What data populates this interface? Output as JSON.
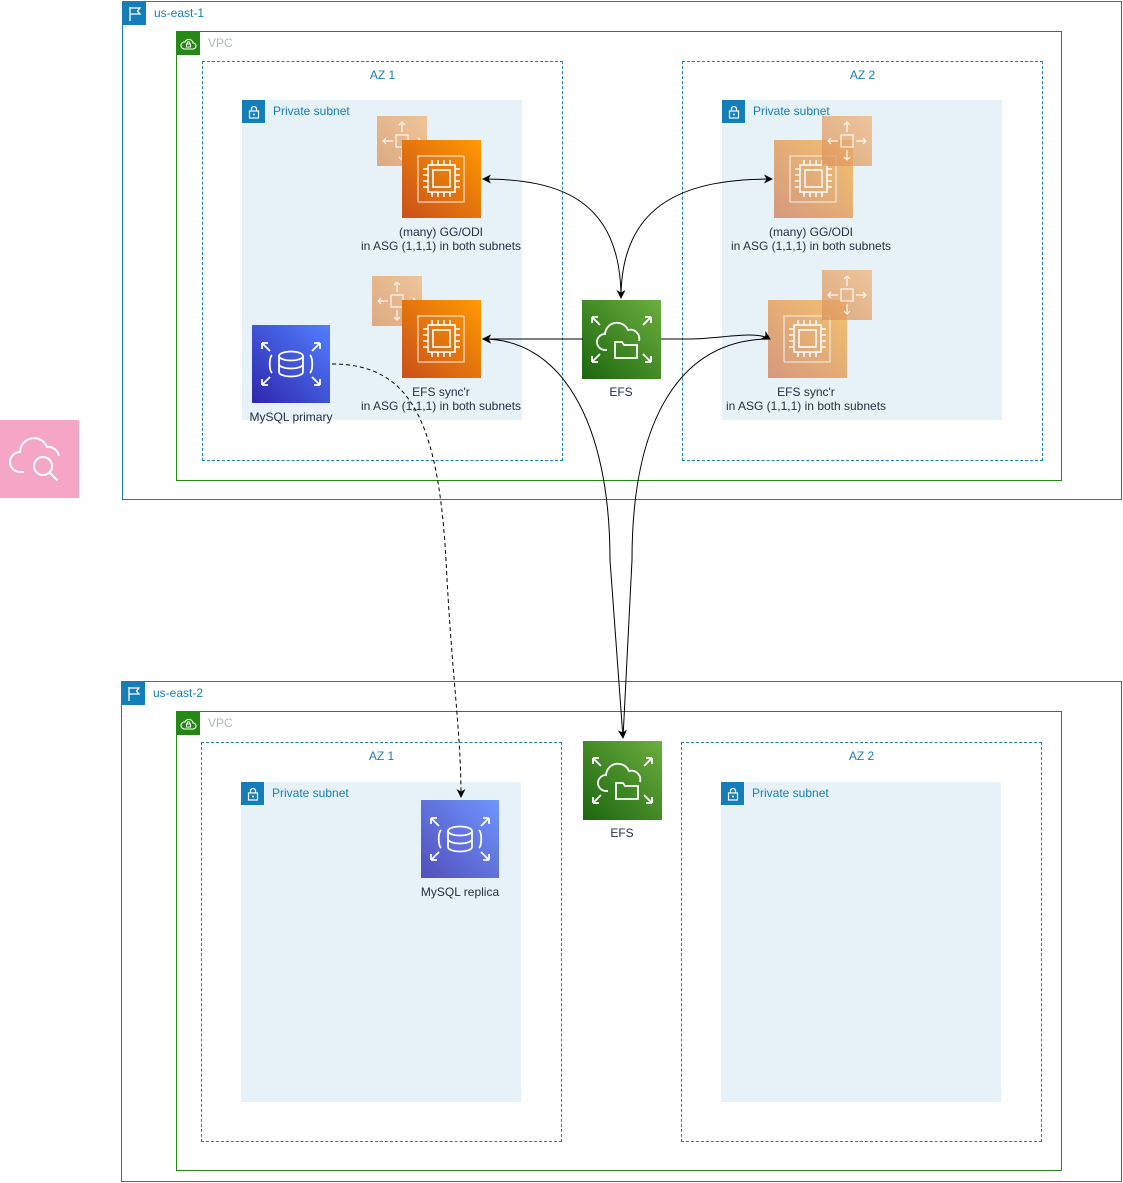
{
  "regions": [
    {
      "name": "us-east-1",
      "vpc_label": "VPC",
      "az1": {
        "label": "AZ 1",
        "subnet_label": "Private subnet",
        "ec2_primary_caption": [
          "(many) GG/ODI",
          "in ASG (1,1,1) in both subnets"
        ],
        "ec2_sync_caption": [
          "EFS sync'r",
          "in ASG (1,1,1) in both subnets"
        ],
        "db_caption": "MySQL primary"
      },
      "az2": {
        "label": "AZ 2",
        "subnet_label": "Private subnet",
        "ec2_primary_caption": [
          "(many) GG/ODI",
          "in ASG (1,1,1) in both subnets"
        ],
        "ec2_sync_caption": [
          "EFS sync'r",
          "in ASG (1,1,1) in both subnets"
        ]
      },
      "efs_caption": "EFS"
    },
    {
      "name": "us-east-2",
      "vpc_label": "VPC",
      "az1": {
        "label": "AZ 1",
        "subnet_label": "Private subnet",
        "db_caption": "MySQL replica"
      },
      "az2": {
        "label": "AZ 2",
        "subnet_label": "Private subnet"
      },
      "efs_caption": "EFS"
    }
  ],
  "icons": {
    "region": "region-flag-icon",
    "vpc": "vpc-cloud-lock-icon",
    "subnet": "padlock-icon",
    "ec2": "ec2-chip-icon",
    "autoscaling": "auto-scaling-icon",
    "rds": "rds-database-icon",
    "efs": "efs-cloud-folder-icon",
    "stray": "cloud-search-icon"
  },
  "colors": {
    "region": "#147eba",
    "vpc": "#248814",
    "subnet_fill": "#e6f2f8",
    "ec2": "#e7680f",
    "rds": "#3b48cc",
    "efs": "#3f8624",
    "stray_icon": "#f4a6c4"
  }
}
